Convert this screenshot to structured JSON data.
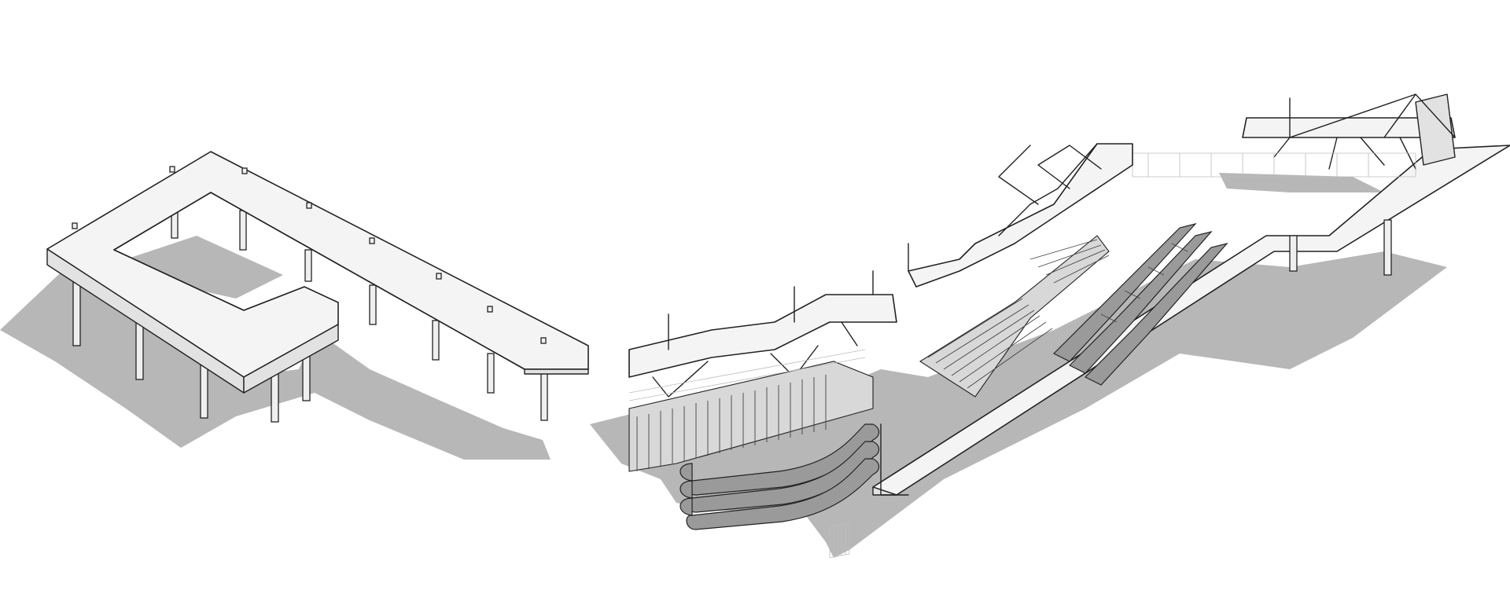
{
  "image": {
    "kind": "isometric architectural line drawing",
    "background_color": "#ffffff",
    "shadow_color": "#b7b7b7",
    "line_color": "#222222"
  },
  "components": [
    {
      "name": "left-structure",
      "label": ""
    },
    {
      "name": "right-structure",
      "label": ""
    }
  ]
}
